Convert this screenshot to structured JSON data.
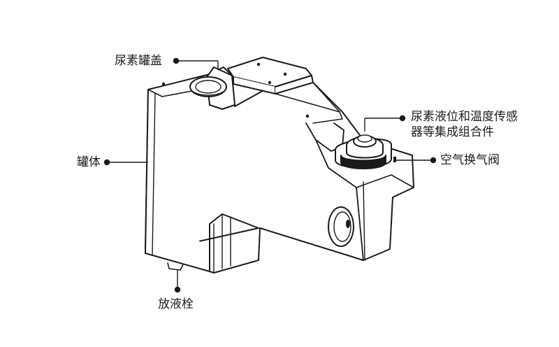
{
  "diagram": {
    "labels": {
      "tank_cap": "尿素罐盖",
      "tank_body": "罐体",
      "sensor_line1": "尿素液位和温度传感",
      "sensor_line2": "器等集成组合件",
      "air_valve": "空气换气阀",
      "drain_plug": "放液栓"
    },
    "colors": {
      "line": "#1a1a1a",
      "body_fill": "#ffffff",
      "shade": "#dcdcdc",
      "seal": "#1a1a1a"
    }
  }
}
